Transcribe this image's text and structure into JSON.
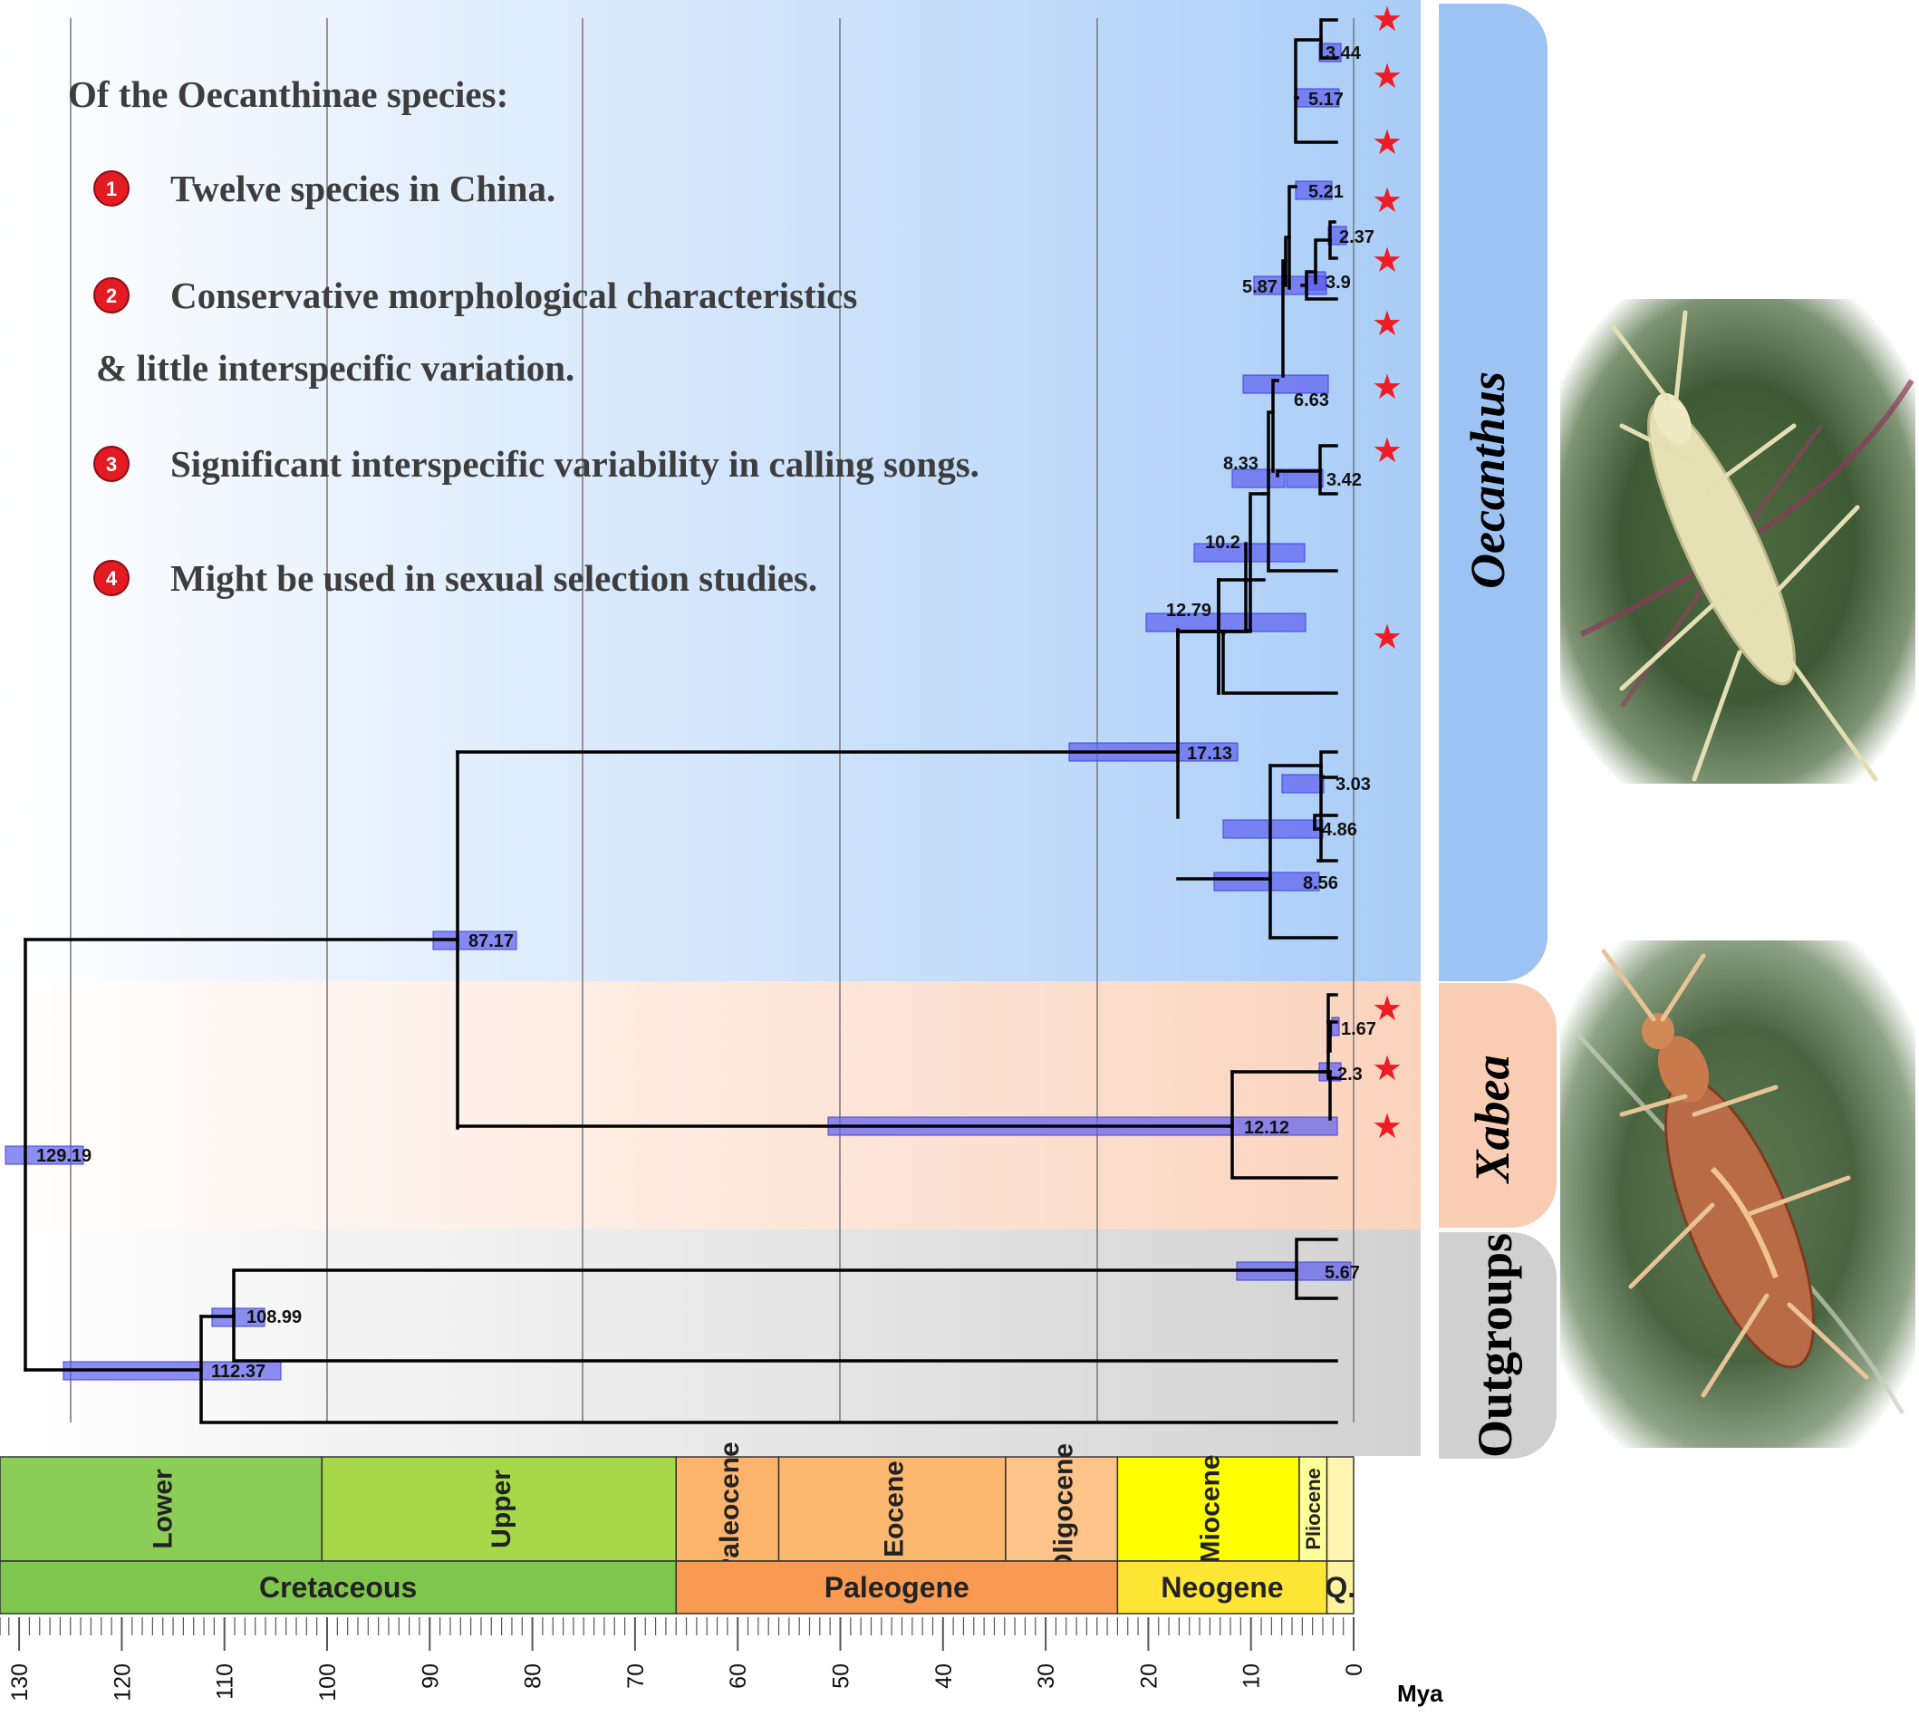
{
  "unit_label": "Mya",
  "info": {
    "heading": "Of the Oecanthinae species:",
    "items": [
      {
        "num": "1",
        "lines": [
          "Twelve species in China."
        ]
      },
      {
        "num": "2",
        "lines": [
          "Conservative morphological characteristics",
          "& little interspecific variation."
        ]
      },
      {
        "num": "3",
        "lines": [
          "Significant interspecific variability in calling songs."
        ]
      },
      {
        "num": "4",
        "lines": [
          "Might be used in sexual selection studies."
        ]
      }
    ]
  },
  "clades": [
    {
      "id": "oecanthus",
      "label": "Oecanthus",
      "italic": true,
      "color": "#9cc3f3"
    },
    {
      "id": "xabea",
      "label": "Xabea",
      "italic": true,
      "color": "#f9cdb4"
    },
    {
      "id": "outgroups",
      "label": "Outgroups",
      "italic": false,
      "color": "#d0d0d0"
    }
  ],
  "node_ages": [
    "3.44",
    "5.17",
    "5.21",
    "2.37",
    "3.9",
    "5.87",
    "6.63",
    "8.33",
    "3.42",
    "10.2",
    "12.79",
    "17.13",
    "3.03",
    "4.86",
    "8.56",
    "87.17",
    "1.67",
    "2.3",
    "12.12",
    "129.19",
    "5.67",
    "108.99",
    "112.37"
  ],
  "marker_color": "#ee1c25",
  "timescale": {
    "epochs": [
      {
        "label": "Lower",
        "start": 145,
        "end": 100.5,
        "color": "#8ccd57"
      },
      {
        "label": "Upper",
        "start": 100.5,
        "end": 66,
        "color": "#a6d84a"
      },
      {
        "label": "Paleocene",
        "start": 66,
        "end": 56,
        "color": "#fcb46c"
      },
      {
        "label": "Eocene",
        "start": 56,
        "end": 33.9,
        "color": "#fdb86f"
      },
      {
        "label": "Oligocene",
        "start": 33.9,
        "end": 23,
        "color": "#fdc48a"
      },
      {
        "label": "Miocene",
        "start": 23,
        "end": 5.3,
        "color": "#ffff00"
      },
      {
        "label": "Pliocene",
        "start": 5.3,
        "end": 2.6,
        "color": "#ffff99"
      },
      {
        "label": "",
        "start": 2.6,
        "end": 0,
        "color": "#fef6b0"
      }
    ],
    "periods": [
      {
        "label": "Cretaceous",
        "start": 145,
        "end": 66,
        "color": "#7fc64e"
      },
      {
        "label": "Paleogene",
        "start": 66,
        "end": 23,
        "color": "#f99a52"
      },
      {
        "label": "Neogene",
        "start": 23,
        "end": 2.6,
        "color": "#ffe535"
      },
      {
        "label": "Q.",
        "start": 2.6,
        "end": 0,
        "color": "#fff3a0"
      }
    ],
    "axis_ticks": [
      "0",
      "10",
      "20",
      "30",
      "40",
      "50",
      "60",
      "70",
      "80",
      "90",
      "100",
      "110",
      "120",
      "130"
    ]
  }
}
